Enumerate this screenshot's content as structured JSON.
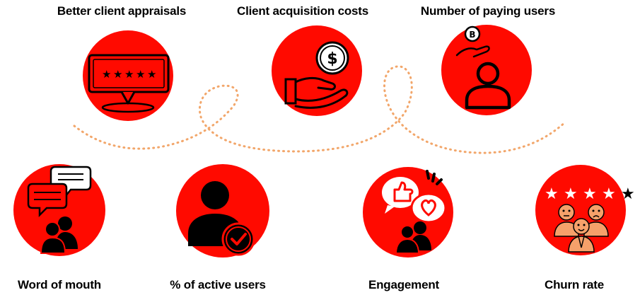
{
  "colors": {
    "circle": "#ff0a00",
    "dots": "#f2a66a",
    "icon": "#000000",
    "face": "#f6a06a"
  },
  "items": [
    {
      "label": "Better client appraisals",
      "icon": "rating-board-icon"
    },
    {
      "label": "Client acquisition costs",
      "icon": "dollar-hand-icon"
    },
    {
      "label": "Number of paying users",
      "icon": "paying-user-icon"
    },
    {
      "label": "Word of mouth",
      "icon": "chat-people-icon"
    },
    {
      "label": "% of active users",
      "icon": "user-check-icon"
    },
    {
      "label": "Engagement",
      "icon": "like-heart-people-icon"
    },
    {
      "label": "Churn rate",
      "icon": "stars-faces-icon"
    }
  ]
}
